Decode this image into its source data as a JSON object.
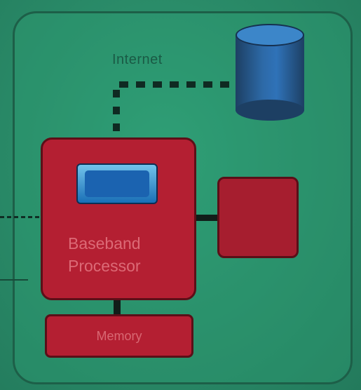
{
  "diagram": {
    "internet_label": "Internet",
    "chip_label": "",
    "baseband_label": "Baseband Processor",
    "side_box_label": "",
    "memory_label": "Memory"
  },
  "colors": {
    "background": "#2a8f6c",
    "frame": "#1d5f48",
    "processor_red": "#b41f32",
    "chip_blue": "#1a6fb6",
    "server_blue": "#2d6aa8",
    "connector": "#111d19"
  },
  "icons": {
    "server": "database-cylinder-icon"
  }
}
